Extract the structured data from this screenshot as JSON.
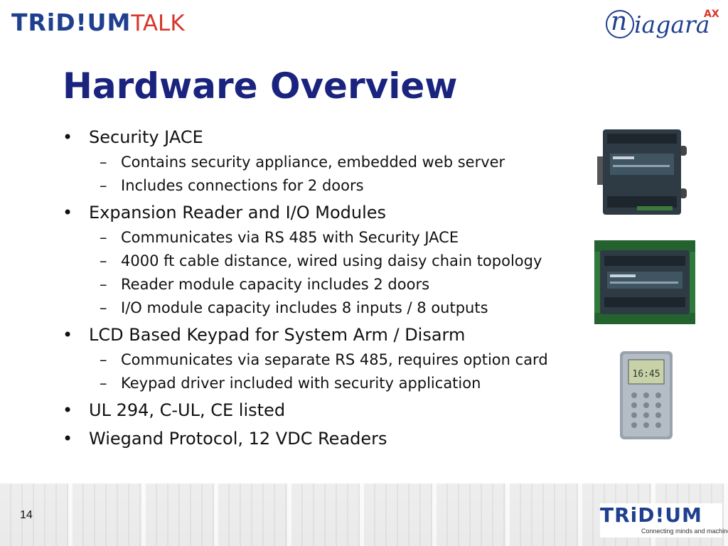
{
  "header": {
    "logo_brand": "TRiD!UM",
    "logo_talk": "TALK",
    "niagara_letter": "n",
    "niagara_rest": "iagara",
    "niagara_ax": "AX"
  },
  "title": "Hardware Overview",
  "bullets": [
    {
      "text": "Security JACE",
      "subs": [
        "Contains security appliance, embedded web server",
        "Includes connections for 2 doors"
      ]
    },
    {
      "text": "Expansion Reader and I/O Modules",
      "subs": [
        "Communicates via RS 485 with Security JACE",
        "4000 ft cable distance, wired using daisy chain topology",
        "Reader module capacity includes 2 doors",
        "I/O module capacity includes 8 inputs / 8 outputs"
      ]
    },
    {
      "text": "LCD Based Keypad for System Arm / Disarm",
      "subs": [
        "Communicates via separate RS 485, requires option card",
        "Keypad driver included with security application"
      ]
    },
    {
      "text": "UL 294, C-UL, CE listed",
      "subs": []
    },
    {
      "text": "Wiegand Protocol, 12 VDC Readers",
      "subs": []
    }
  ],
  "bullet_char": "•",
  "dash_char": "–",
  "keypad_display": "16:45",
  "footer": {
    "page_number": "14",
    "logo_brand": "TRiD!UM",
    "tagline": "Connecting minds and machines"
  }
}
